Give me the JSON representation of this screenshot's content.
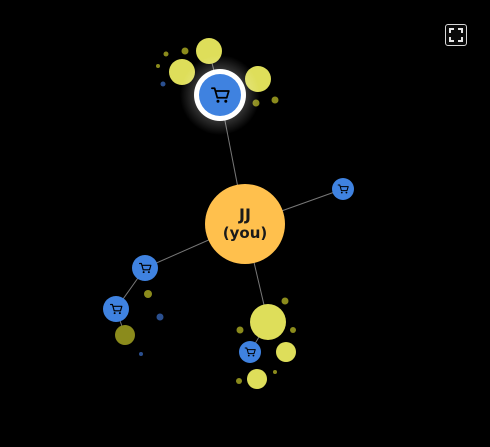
{
  "center_node": {
    "name": "JJ",
    "sub": "(you)"
  },
  "colors": {
    "background": "#000000",
    "center_node": "#ffc04d",
    "cart_node": "#3f82e0",
    "product_bubble": "#dede5a",
    "product_bubble_dim": "#8b8b1c",
    "product_dot_blue": "#2a4f8f",
    "edge": "#777777",
    "selected_ring": "#ffffff"
  },
  "icons": {
    "cart": "shopping-cart-icon",
    "fullscreen": "fullscreen-icon"
  },
  "cart_nodes": [
    {
      "id": "cart-top",
      "selected": true
    },
    {
      "id": "cart-right",
      "selected": false
    },
    {
      "id": "cart-left-1",
      "selected": false
    },
    {
      "id": "cart-left-2",
      "selected": false
    },
    {
      "id": "cart-bottom",
      "selected": false
    }
  ]
}
